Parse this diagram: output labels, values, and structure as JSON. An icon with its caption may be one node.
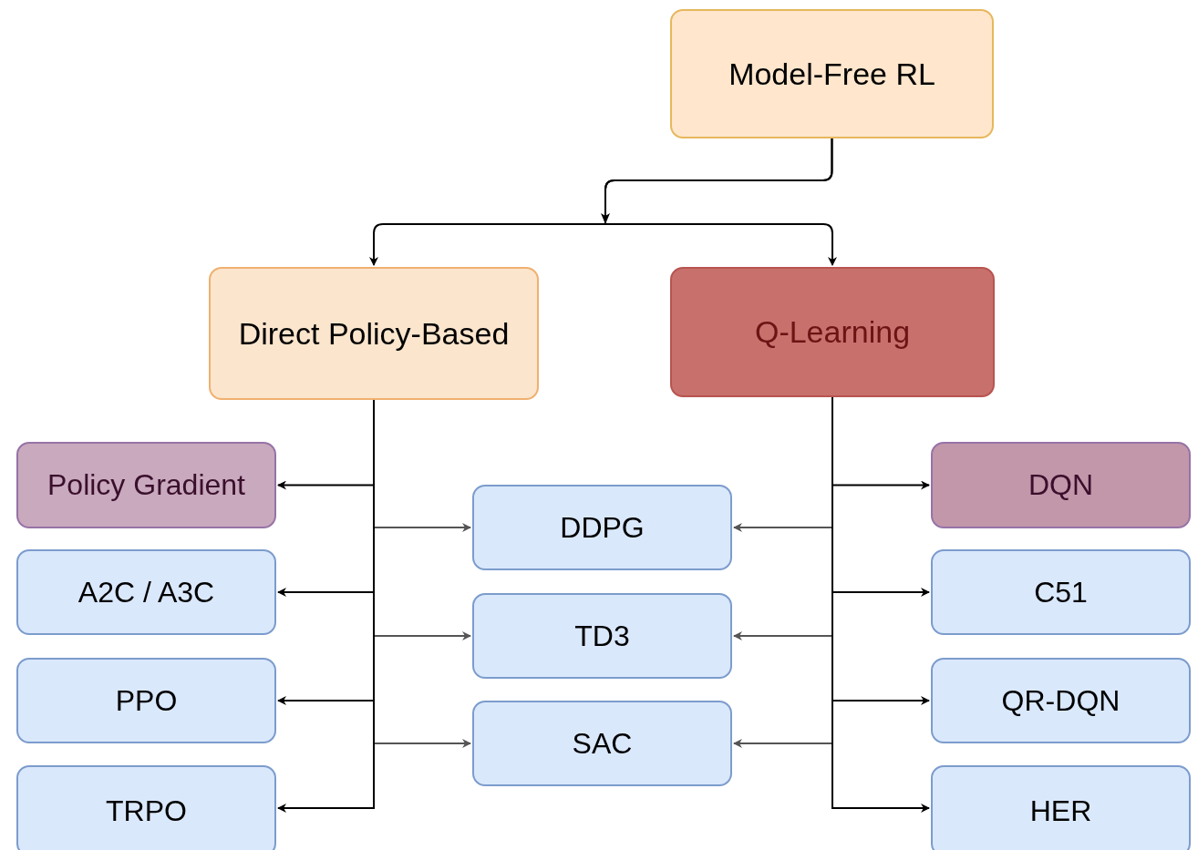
{
  "diagram": {
    "nodes": [
      {
        "text": [
          "Model-Free RL"
        ]
      },
      {
        "text": [
          "Direct Policy-Based"
        ]
      },
      {
        "text": [
          "Q-Learning"
        ]
      },
      {
        "text": [
          "Policy Gradient"
        ]
      },
      {
        "text": [
          "A2C / A3C"
        ]
      },
      {
        "text": [
          "PPO"
        ]
      },
      {
        "text": [
          "TRPO"
        ]
      },
      {
        "text": [
          "DDPG"
        ]
      },
      {
        "text": [
          "TD3"
        ]
      },
      {
        "text": [
          "SAC"
        ]
      },
      {
        "text": [
          "DQN"
        ]
      },
      {
        "text": [
          "C51"
        ]
      },
      {
        "text": [
          "QR-DQN"
        ]
      },
      {
        "text": [
          "HER"
        ]
      }
    ],
    "edges": [
      {
        "from": 0,
        "to": 1,
        "arrow": "to"
      },
      {
        "from": 0,
        "to": 2,
        "arrow": "to"
      },
      {
        "from": 1,
        "to": 3,
        "arrow": "to"
      },
      {
        "from": 1,
        "to": 7,
        "arrow": "to",
        "color": "#555555"
      },
      {
        "from": 1,
        "to": 4,
        "arrow": "to"
      },
      {
        "from": 1,
        "to": 8,
        "arrow": "to",
        "color": "#555555"
      },
      {
        "from": 1,
        "to": 5,
        "arrow": "to"
      },
      {
        "from": 1,
        "to": 9,
        "arrow": "to",
        "color": "#555555"
      },
      {
        "from": 1,
        "to": 6,
        "arrow": "to"
      },
      {
        "from": 2,
        "to": 10,
        "arrow": "to"
      },
      {
        "from": 2,
        "to": 7,
        "arrow": "to",
        "color": "#555555"
      },
      {
        "from": 2,
        "to": 11,
        "arrow": "to"
      },
      {
        "from": 2,
        "to": 8,
        "arrow": "to",
        "color": "#555555"
      },
      {
        "from": 2,
        "to": 12,
        "arrow": "to"
      },
      {
        "from": 2,
        "to": 9,
        "arrow": "to",
        "color": "#555555"
      },
      {
        "from": 2,
        "to": 13,
        "arrow": "to"
      }
    ]
  }
}
